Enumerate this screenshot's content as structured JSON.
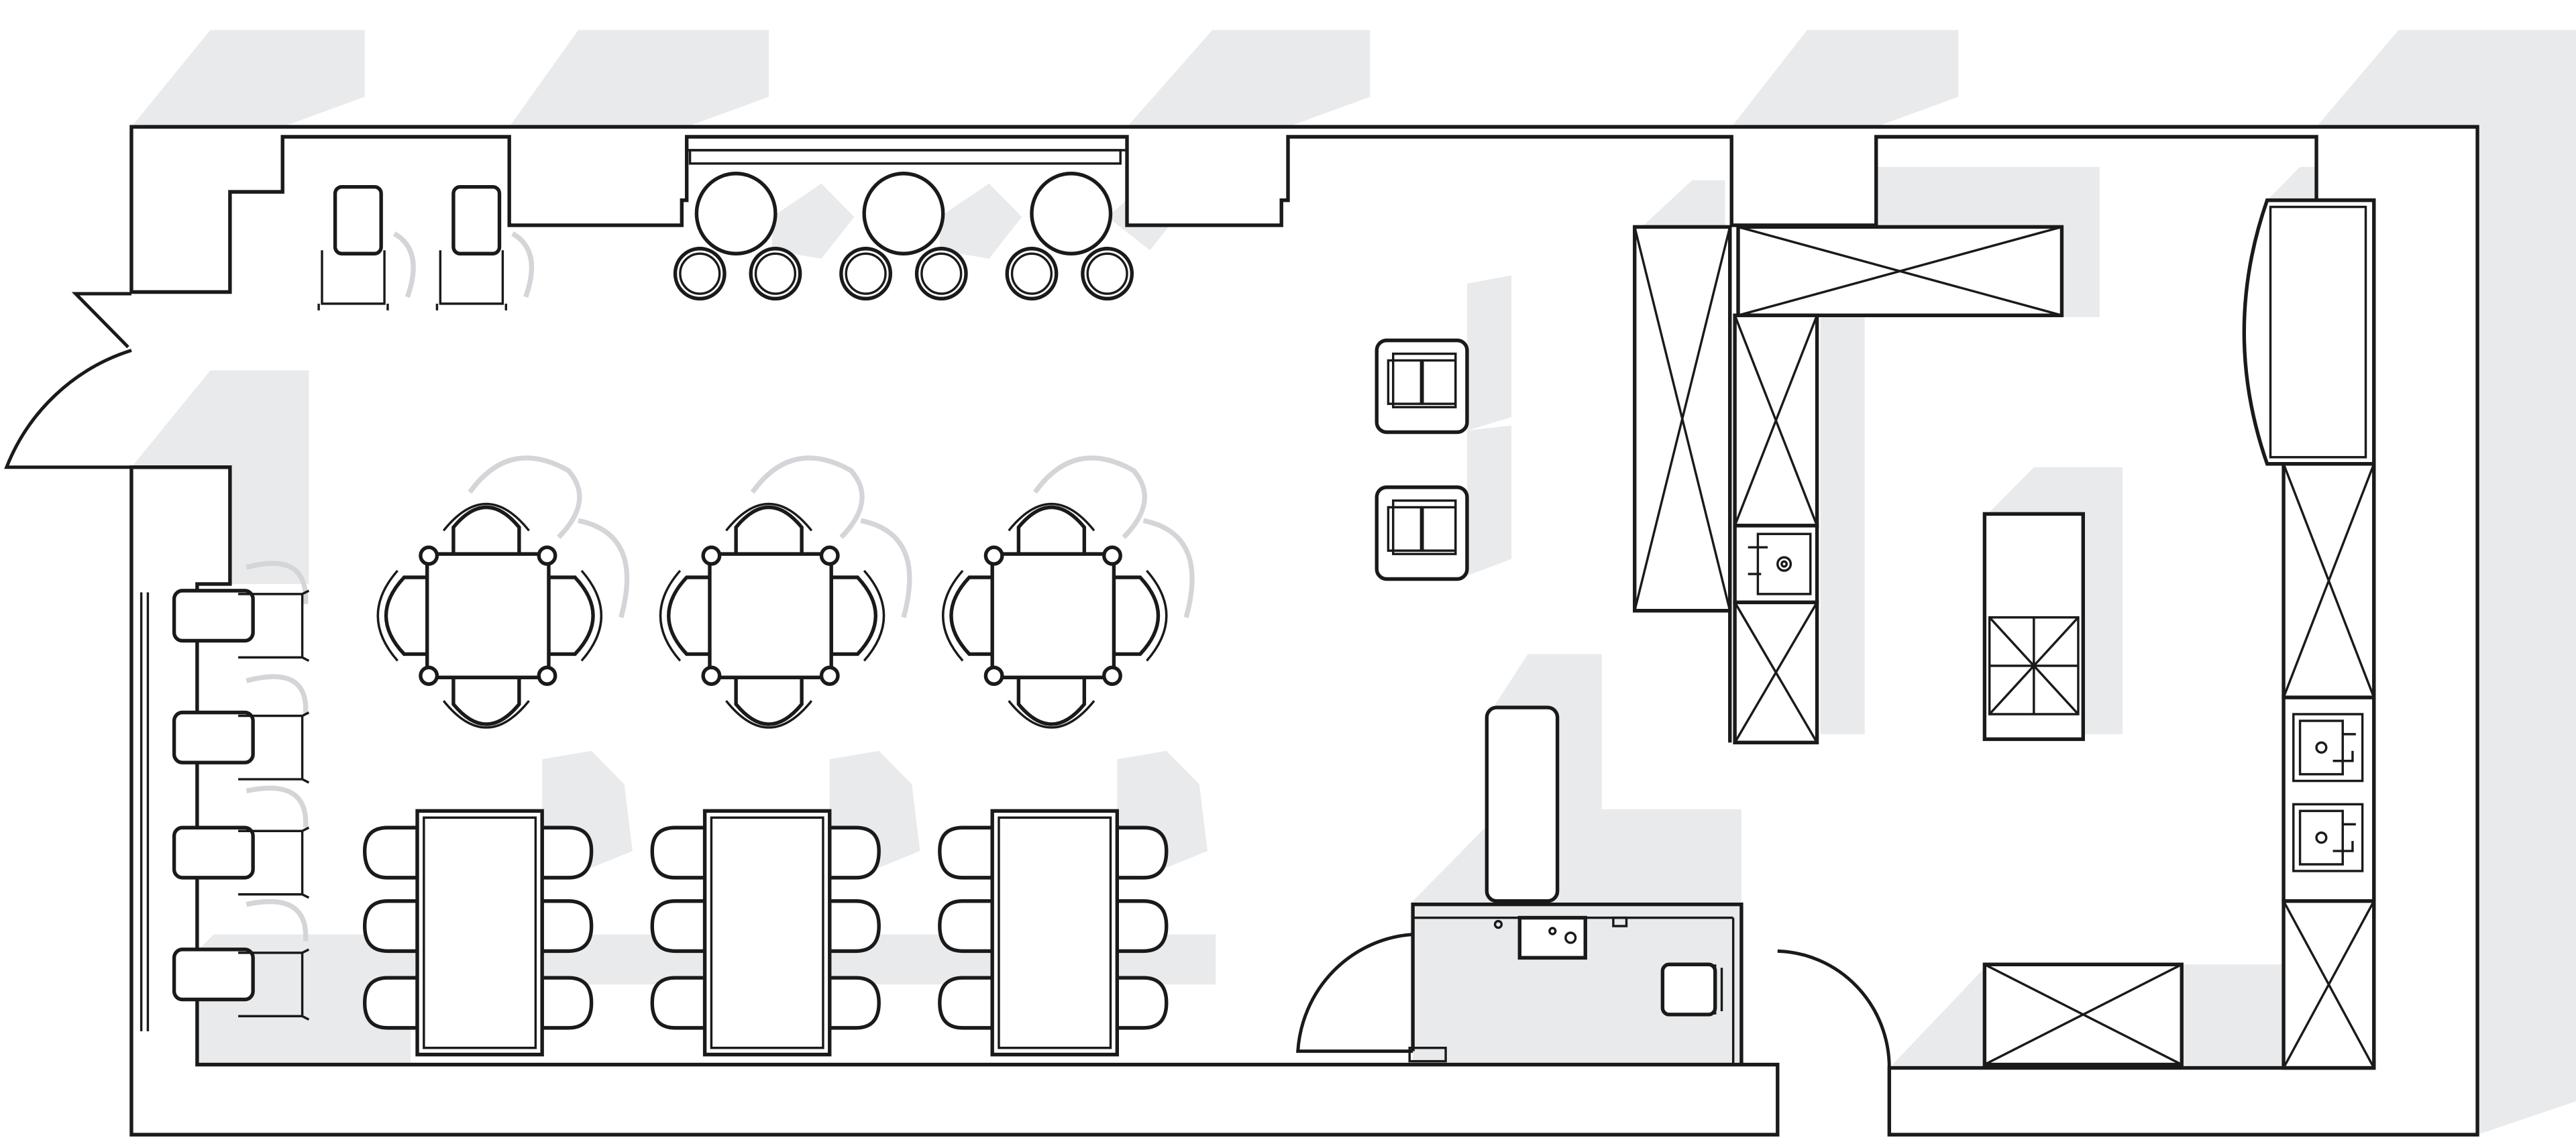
{
  "plan": {
    "kind": "restaurant floor plan",
    "colors": {
      "line": "#1a1a1a",
      "shadow": "#e9eaec",
      "ghost_chair": "#d4d5d8",
      "background": "#ffffff"
    },
    "furniture": {
      "bar_stools": 6,
      "round_bar_tables": 3,
      "lounge_chairs": 2,
      "window_armchairs": 4,
      "square_tables": 3,
      "long_tables": 3,
      "kitchen_sinks": 3
    }
  }
}
